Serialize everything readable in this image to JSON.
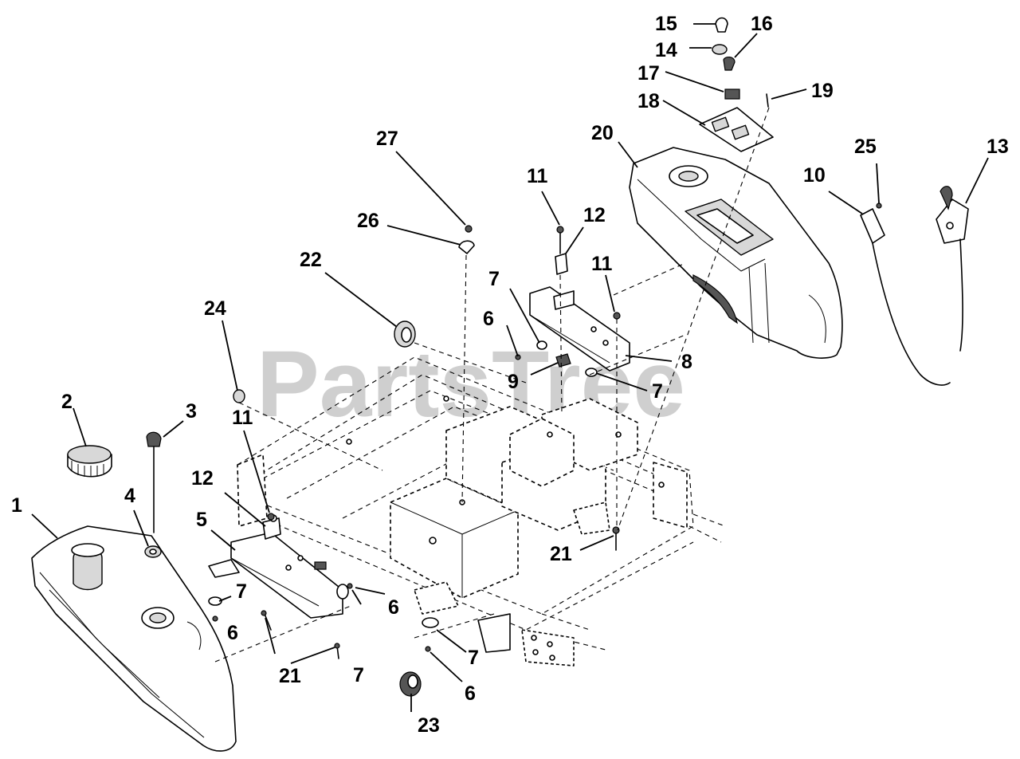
{
  "watermark": "PartsTree",
  "callouts": [
    {
      "id": "c1",
      "text": "1"
    },
    {
      "id": "c2",
      "text": "2"
    },
    {
      "id": "c3",
      "text": "3"
    },
    {
      "id": "c4",
      "text": "4"
    },
    {
      "id": "c5",
      "text": "5"
    },
    {
      "id": "c6a",
      "text": "6"
    },
    {
      "id": "c6b",
      "text": "6"
    },
    {
      "id": "c6c",
      "text": "6"
    },
    {
      "id": "c6d",
      "text": "6"
    },
    {
      "id": "c7a",
      "text": "7"
    },
    {
      "id": "c7b",
      "text": "7"
    },
    {
      "id": "c7c",
      "text": "7"
    },
    {
      "id": "c7d",
      "text": "7"
    },
    {
      "id": "c7e",
      "text": "7"
    },
    {
      "id": "c8",
      "text": "8"
    },
    {
      "id": "c9",
      "text": "9"
    },
    {
      "id": "c10",
      "text": "10"
    },
    {
      "id": "c11a",
      "text": "11"
    },
    {
      "id": "c11b",
      "text": "11"
    },
    {
      "id": "c11c",
      "text": "11"
    },
    {
      "id": "c12a",
      "text": "12"
    },
    {
      "id": "c12b",
      "text": "12"
    },
    {
      "id": "c13",
      "text": "13"
    },
    {
      "id": "c14",
      "text": "14"
    },
    {
      "id": "c15",
      "text": "15"
    },
    {
      "id": "c16",
      "text": "16"
    },
    {
      "id": "c17",
      "text": "17"
    },
    {
      "id": "c18",
      "text": "18"
    },
    {
      "id": "c19",
      "text": "19"
    },
    {
      "id": "c20",
      "text": "20"
    },
    {
      "id": "c21a",
      "text": "21"
    },
    {
      "id": "c21b",
      "text": "21"
    },
    {
      "id": "c22",
      "text": "22"
    },
    {
      "id": "c23",
      "text": "23"
    },
    {
      "id": "c24",
      "text": "24"
    },
    {
      "id": "c25",
      "text": "25"
    },
    {
      "id": "c26",
      "text": "26"
    },
    {
      "id": "c27",
      "text": "27"
    }
  ]
}
